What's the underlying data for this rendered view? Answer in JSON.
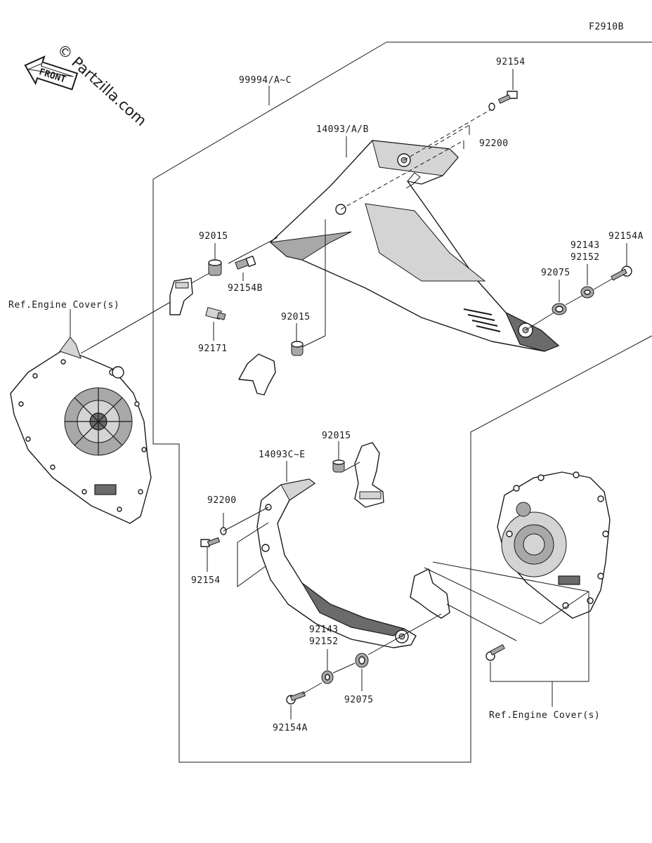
{
  "diagram_code": "F2910B",
  "watermark": "© Partzilla.com",
  "front_label": "FRONT",
  "colors": {
    "line": "#1a1a1a",
    "fill_dark": "#6b6b6b",
    "fill_mid": "#a8a8a8",
    "fill_light": "#d4d4d4"
  },
  "labels": {
    "kit_upper": "99994/A~C",
    "upper_guard": "14093/A/B",
    "lower_guard": "14093C~E",
    "bolt_top": "92154",
    "washer_top": "92200",
    "bolt_a_right": "92154A",
    "collar_right": "92143",
    "washer_right": "92152",
    "grommet_right": "92075",
    "collar_left_upper": "92015",
    "bolt_b": "92154B",
    "collar_mid": "92015",
    "clip": "92171",
    "collar_lower": "92015",
    "washer_lower": "92200",
    "bolt_lower": "92154",
    "collar_lower_right": "92143",
    "washer_lower_right": "92152",
    "grommet_lower": "92075",
    "bolt_a_lower": "92154A",
    "ref_left": "Ref.Engine Cover(s)",
    "ref_right": "Ref.Engine Cover(s)"
  }
}
